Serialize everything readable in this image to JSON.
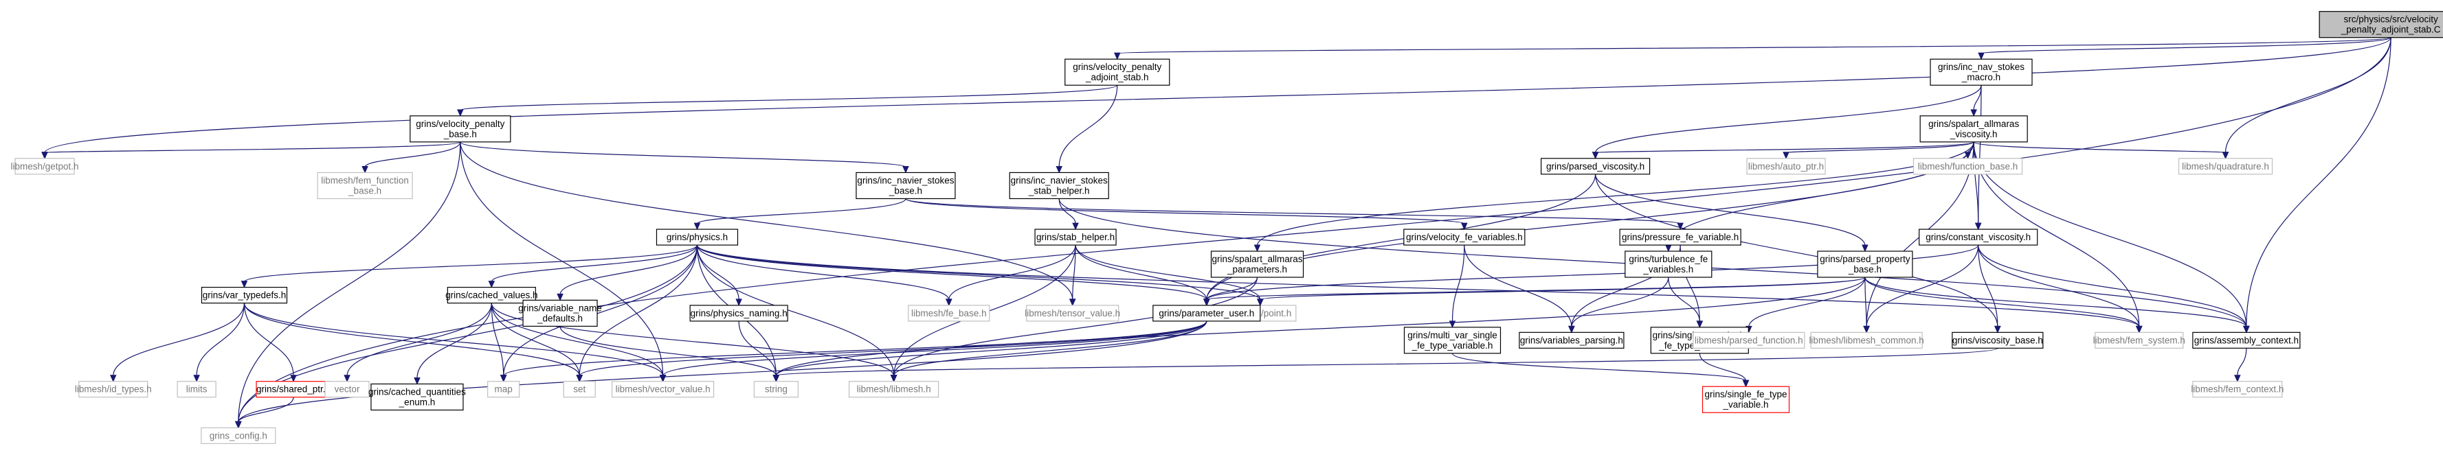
{
  "diagram": {
    "type": "include-dependency-graph",
    "colors": {
      "edge": "#191970",
      "node_border": "#000000",
      "root_fill": "#bfbfbf",
      "external_border": "#bfbfbf",
      "external_text": "#7a7a7a",
      "missing_border": "#ff0000"
    },
    "nodes": [
      {
        "id": "root",
        "lines": [
          "src/physics/src/velocity",
          "_penalty_adjoint_stab.C"
        ],
        "kind": "root"
      },
      {
        "id": "vpas_h",
        "lines": [
          "grins/velocity_penalty",
          "_adjoint_stab.h"
        ],
        "kind": "normal"
      },
      {
        "id": "ns_macro",
        "lines": [
          "grins/inc_nav_stokes",
          "_macro.h"
        ],
        "kind": "normal"
      },
      {
        "id": "vpb",
        "lines": [
          "grins/velocity_penalty",
          "_base.h"
        ],
        "kind": "normal"
      },
      {
        "id": "sa_visc",
        "lines": [
          "grins/spalart_allmaras",
          "_viscosity.h"
        ],
        "kind": "normal"
      },
      {
        "id": "getpot",
        "lines": [
          "libmesh/getpot.h"
        ],
        "kind": "external"
      },
      {
        "id": "fem_fn_base",
        "lines": [
          "libmesh/fem_function",
          "_base.h"
        ],
        "kind": "external"
      },
      {
        "id": "ins_base",
        "lines": [
          "grins/inc_navier_stokes",
          "_base.h"
        ],
        "kind": "normal"
      },
      {
        "id": "ins_stab_helper",
        "lines": [
          "grins/inc_navier_stokes",
          "_stab_helper.h"
        ],
        "kind": "normal"
      },
      {
        "id": "parsed_visc",
        "lines": [
          "grins/parsed_viscosity.h"
        ],
        "kind": "normal"
      },
      {
        "id": "auto_ptr",
        "lines": [
          "libmesh/auto_ptr.h"
        ],
        "kind": "external"
      },
      {
        "id": "function_base",
        "lines": [
          "libmesh/function_base.h"
        ],
        "kind": "external"
      },
      {
        "id": "quadrature",
        "lines": [
          "libmesh/quadrature.h"
        ],
        "kind": "external"
      },
      {
        "id": "physics",
        "lines": [
          "grins/physics.h"
        ],
        "kind": "normal"
      },
      {
        "id": "stab_helper",
        "lines": [
          "grins/stab_helper.h"
        ],
        "kind": "normal"
      },
      {
        "id": "sa_params",
        "lines": [
          "grins/spalart_allmaras",
          "_parameters.h"
        ],
        "kind": "normal"
      },
      {
        "id": "vel_fe_vars",
        "lines": [
          "grins/velocity_fe_variables.h"
        ],
        "kind": "normal"
      },
      {
        "id": "press_fe_var",
        "lines": [
          "grins/pressure_fe_variable.h"
        ],
        "kind": "normal"
      },
      {
        "id": "turb_fe_vars",
        "lines": [
          "grins/turbulence_fe",
          "_variables.h"
        ],
        "kind": "normal"
      },
      {
        "id": "parsed_prop",
        "lines": [
          "grins/parsed_property",
          "_base.h"
        ],
        "kind": "normal"
      },
      {
        "id": "const_visc",
        "lines": [
          "grins/constant_viscosity.h"
        ],
        "kind": "normal"
      },
      {
        "id": "var_typedefs",
        "lines": [
          "grins/var_typedefs.h"
        ],
        "kind": "normal"
      },
      {
        "id": "cached_values",
        "lines": [
          "grins/cached_values.h"
        ],
        "kind": "normal"
      },
      {
        "id": "var_name_defaults",
        "lines": [
          "grins/variable_name",
          "_defaults.h"
        ],
        "kind": "normal"
      },
      {
        "id": "physics_naming",
        "lines": [
          "grins/physics_naming.h"
        ],
        "kind": "normal"
      },
      {
        "id": "fe_base",
        "lines": [
          "libmesh/fe_base.h"
        ],
        "kind": "external"
      },
      {
        "id": "tensor_value",
        "lines": [
          "libmesh/tensor_value.h"
        ],
        "kind": "external"
      },
      {
        "id": "point",
        "lines": [
          "libmesh/point.h"
        ],
        "kind": "external"
      },
      {
        "id": "param_user",
        "lines": [
          "grins/parameter_user.h"
        ],
        "kind": "normal"
      },
      {
        "id": "multi_var",
        "lines": [
          "grins/multi_var_single",
          "_fe_type_variable.h"
        ],
        "kind": "normal"
      },
      {
        "id": "vars_parsing",
        "lines": [
          "grins/variables_parsing.h"
        ],
        "kind": "normal"
      },
      {
        "id": "single_var",
        "lines": [
          "grins/single_var_single",
          "_fe_type_variable.h"
        ],
        "kind": "normal"
      },
      {
        "id": "parsed_function",
        "lines": [
          "libmesh/parsed_function.h"
        ],
        "kind": "external"
      },
      {
        "id": "libmesh_common",
        "lines": [
          "libmesh/libmesh_common.h"
        ],
        "kind": "external"
      },
      {
        "id": "visc_base",
        "lines": [
          "grins/viscosity_base.h"
        ],
        "kind": "normal"
      },
      {
        "id": "fem_system",
        "lines": [
          "libmesh/fem_system.h"
        ],
        "kind": "external"
      },
      {
        "id": "assembly_ctx",
        "lines": [
          "grins/assembly_context.h"
        ],
        "kind": "normal"
      },
      {
        "id": "id_types",
        "lines": [
          "libmesh/id_types.h"
        ],
        "kind": "external"
      },
      {
        "id": "limits",
        "lines": [
          "limits"
        ],
        "kind": "external"
      },
      {
        "id": "shared_ptr",
        "lines": [
          "grins/shared_ptr.h"
        ],
        "kind": "missing"
      },
      {
        "id": "vector",
        "lines": [
          "vector"
        ],
        "kind": "external"
      },
      {
        "id": "cached_qty_enum",
        "lines": [
          "grins/cached_quantities",
          "_enum.h"
        ],
        "kind": "normal"
      },
      {
        "id": "map",
        "lines": [
          "map"
        ],
        "kind": "external"
      },
      {
        "id": "set",
        "lines": [
          "set"
        ],
        "kind": "external"
      },
      {
        "id": "vector_value",
        "lines": [
          "libmesh/vector_value.h"
        ],
        "kind": "external"
      },
      {
        "id": "string",
        "lines": [
          "string"
        ],
        "kind": "external"
      },
      {
        "id": "libmesh_h",
        "lines": [
          "libmesh/libmesh.h"
        ],
        "kind": "external"
      },
      {
        "id": "single_fe_type",
        "lines": [
          "grins/single_fe_type",
          "_variable.h"
        ],
        "kind": "missing"
      },
      {
        "id": "fem_context",
        "lines": [
          "libmesh/fem_context.h"
        ],
        "kind": "external"
      },
      {
        "id": "grins_config",
        "lines": [
          "grins_config.h"
        ],
        "kind": "external"
      }
    ],
    "edges": [
      [
        "root",
        "vpas_h"
      ],
      [
        "root",
        "ns_macro"
      ],
      [
        "root",
        "getpot"
      ],
      [
        "root",
        "quadrature"
      ],
      [
        "root",
        "assembly_ctx"
      ],
      [
        "root",
        "grins_config"
      ],
      [
        "vpas_h",
        "vpb"
      ],
      [
        "vpas_h",
        "ins_stab_helper"
      ],
      [
        "ns_macro",
        "sa_visc"
      ],
      [
        "ns_macro",
        "parsed_visc"
      ],
      [
        "ns_macro",
        "const_visc"
      ],
      [
        "vpb",
        "getpot"
      ],
      [
        "vpb",
        "fem_fn_base"
      ],
      [
        "vpb",
        "ins_base"
      ],
      [
        "vpb",
        "tensor_value"
      ],
      [
        "vpb",
        "vector_value"
      ],
      [
        "vpb",
        "grins_config"
      ],
      [
        "sa_visc",
        "parsed_visc"
      ],
      [
        "sa_visc",
        "auto_ptr"
      ],
      [
        "sa_visc",
        "function_base"
      ],
      [
        "sa_visc",
        "quadrature"
      ],
      [
        "sa_visc",
        "sa_params"
      ],
      [
        "sa_visc",
        "turb_fe_vars"
      ],
      [
        "sa_visc",
        "const_visc"
      ],
      [
        "sa_visc",
        "param_user"
      ],
      [
        "sa_visc",
        "libmesh_common"
      ],
      [
        "sa_visc",
        "fem_system"
      ],
      [
        "sa_visc",
        "assembly_ctx"
      ],
      [
        "ins_base",
        "physics"
      ],
      [
        "ins_base",
        "vel_fe_vars"
      ],
      [
        "ins_base",
        "press_fe_var"
      ],
      [
        "ins_stab_helper",
        "stab_helper"
      ],
      [
        "ins_stab_helper",
        "assembly_ctx"
      ],
      [
        "parsed_visc",
        "parsed_prop"
      ],
      [
        "parsed_visc",
        "param_user"
      ],
      [
        "parsed_visc",
        "visc_base"
      ],
      [
        "physics",
        "var_typedefs"
      ],
      [
        "physics",
        "cached_values"
      ],
      [
        "physics",
        "var_name_defaults"
      ],
      [
        "physics",
        "physics_naming"
      ],
      [
        "physics",
        "fe_base"
      ],
      [
        "physics",
        "point"
      ],
      [
        "physics",
        "param_user"
      ],
      [
        "physics",
        "map"
      ],
      [
        "physics",
        "set"
      ],
      [
        "physics",
        "string"
      ],
      [
        "physics",
        "libmesh_h"
      ],
      [
        "physics",
        "grins_config"
      ],
      [
        "physics",
        "fem_system"
      ],
      [
        "stab_helper",
        "fe_base"
      ],
      [
        "stab_helper",
        "tensor_value"
      ],
      [
        "stab_helper",
        "point"
      ],
      [
        "stab_helper",
        "param_user"
      ],
      [
        "stab_helper",
        "libmesh_h"
      ],
      [
        "sa_params",
        "param_user"
      ],
      [
        "sa_params",
        "libmesh_h"
      ],
      [
        "vel_fe_vars",
        "multi_var"
      ],
      [
        "vel_fe_vars",
        "vars_parsing"
      ],
      [
        "press_fe_var",
        "vars_parsing"
      ],
      [
        "press_fe_var",
        "single_var"
      ],
      [
        "turb_fe_vars",
        "vars_parsing"
      ],
      [
        "turb_fe_vars",
        "single_var"
      ],
      [
        "parsed_prop",
        "param_user"
      ],
      [
        "parsed_prop",
        "parsed_function"
      ],
      [
        "parsed_prop",
        "libmesh_common"
      ],
      [
        "parsed_prop",
        "string"
      ],
      [
        "parsed_prop",
        "point"
      ],
      [
        "parsed_prop",
        "fem_system"
      ],
      [
        "parsed_prop",
        "assembly_ctx"
      ],
      [
        "const_visc",
        "visc_base"
      ],
      [
        "const_visc",
        "param_user"
      ],
      [
        "const_visc",
        "libmesh_common"
      ],
      [
        "const_visc",
        "fem_system"
      ],
      [
        "const_visc",
        "assembly_ctx"
      ],
      [
        "var_typedefs",
        "id_types"
      ],
      [
        "var_typedefs",
        "limits"
      ],
      [
        "var_typedefs",
        "shared_ptr"
      ],
      [
        "var_typedefs",
        "vector_value"
      ],
      [
        "var_typedefs",
        "set"
      ],
      [
        "cached_values",
        "vector"
      ],
      [
        "cached_values",
        "cached_qty_enum"
      ],
      [
        "cached_values",
        "map"
      ],
      [
        "cached_values",
        "set"
      ],
      [
        "cached_values",
        "vector_value"
      ],
      [
        "cached_values",
        "libmesh_h"
      ],
      [
        "var_name_defaults",
        "string"
      ],
      [
        "physics_naming",
        "string"
      ],
      [
        "param_user",
        "set"
      ],
      [
        "param_user",
        "string"
      ],
      [
        "param_user",
        "vector_value"
      ],
      [
        "param_user",
        "libmesh_h"
      ],
      [
        "param_user",
        "grins_config"
      ],
      [
        "param_user",
        "map"
      ],
      [
        "multi_var",
        "single_fe_type"
      ],
      [
        "single_var",
        "single_fe_type"
      ],
      [
        "visc_base",
        "string"
      ],
      [
        "assembly_ctx",
        "fem_context"
      ],
      [
        "shared_ptr",
        "grins_config"
      ]
    ]
  }
}
